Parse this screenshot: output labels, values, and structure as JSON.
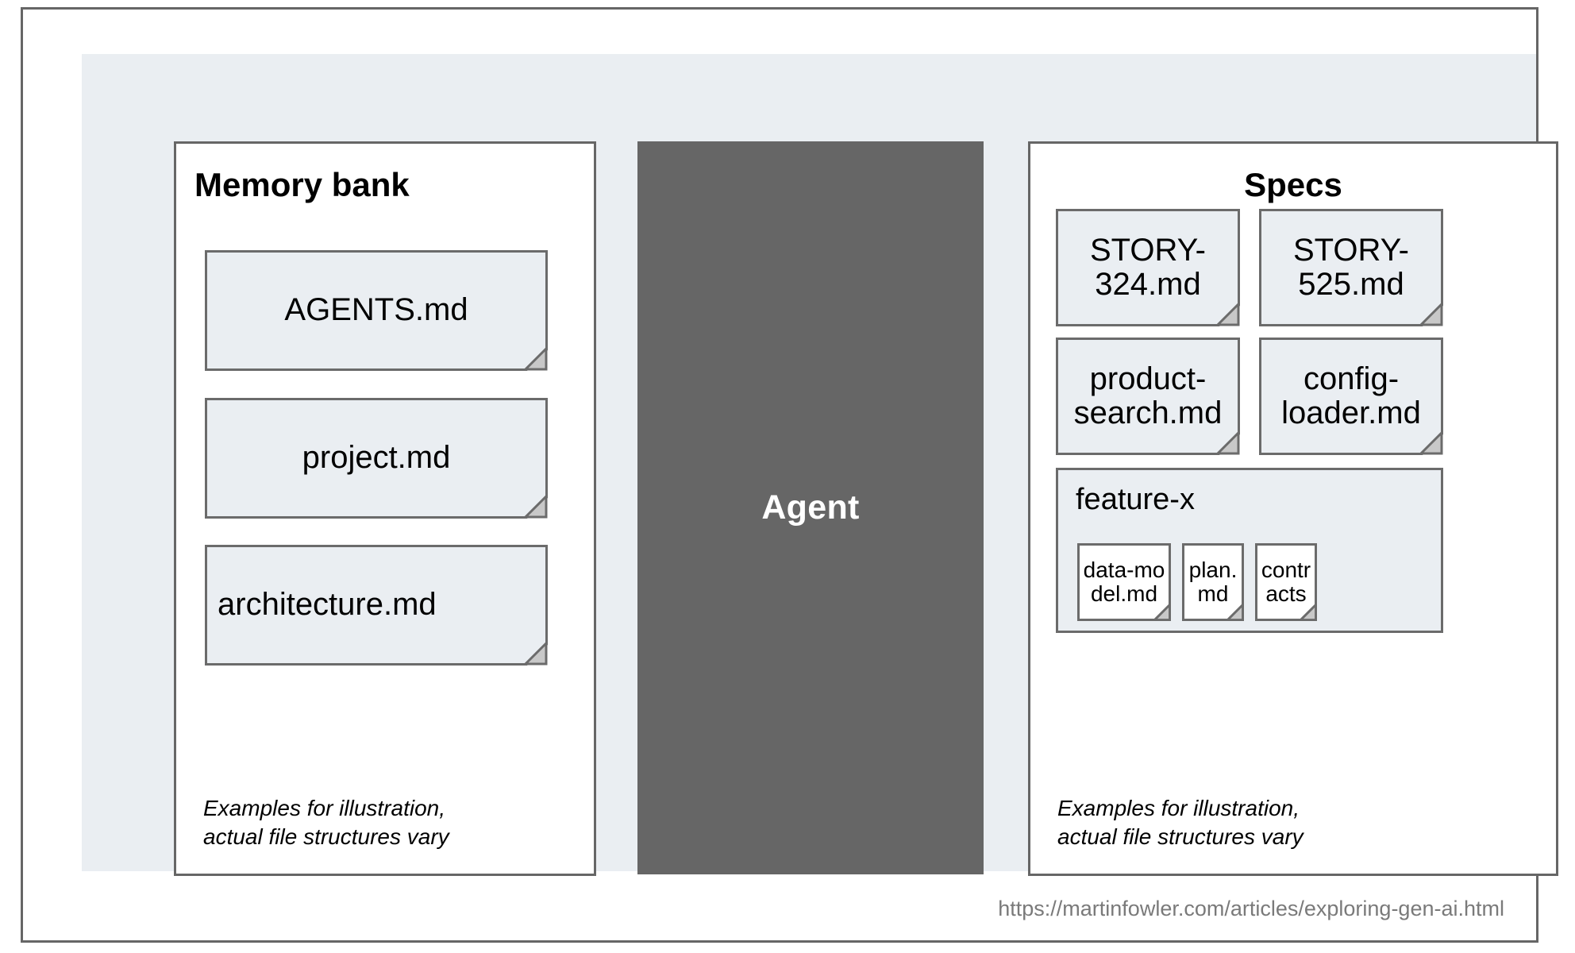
{
  "diagram": {
    "background_color": "#eaeef2",
    "frame_border_color": "#666666",
    "note_fill_color": "#eaeef2",
    "note_border_color": "#6b6b6b",
    "note_fold_color": "#c8c8c8",
    "agent_fill_color": "#666666",
    "agent_text_color": "#ffffff",
    "url_text_color": "#7a7a7a"
  },
  "memory_bank": {
    "title": "Memory bank",
    "caption": "Examples for illustration,\nactual file structures vary",
    "files": [
      {
        "label": "AGENTS.md"
      },
      {
        "label": "project.md"
      },
      {
        "label": "architecture.md"
      }
    ]
  },
  "agent": {
    "label": "Agent"
  },
  "specs": {
    "title": "Specs",
    "caption": "Examples for illustration,\nactual file structures vary",
    "files": [
      {
        "label": "STORY-\n324.md"
      },
      {
        "label": "STORY-\n525.md"
      },
      {
        "label": "product-\nsearch.md"
      },
      {
        "label": "config-\nloader.md"
      }
    ],
    "group": {
      "title": "feature-x",
      "files": [
        {
          "label": "data-mo\ndel.md"
        },
        {
          "label": "plan.\nmd"
        },
        {
          "label": "contr\nacts"
        }
      ]
    }
  },
  "footer": {
    "url": "https://martinfowler.com/articles/exploring-gen-ai.html"
  }
}
